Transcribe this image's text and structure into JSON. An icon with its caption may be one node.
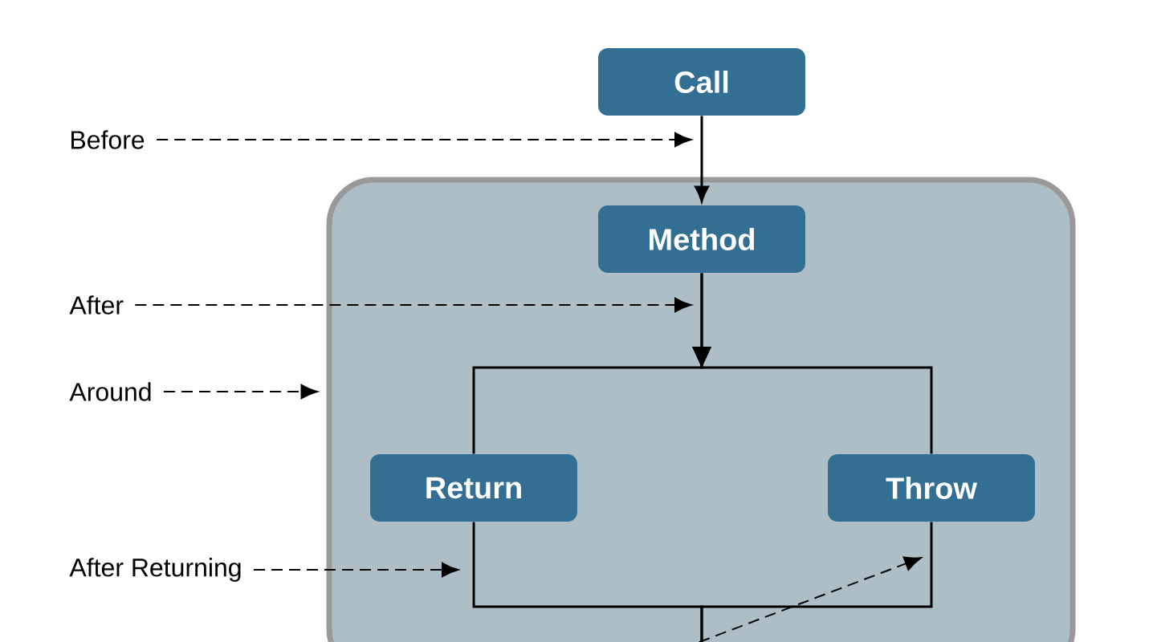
{
  "diagram": {
    "nodes": [
      {
        "text": [
          "Call"
        ]
      },
      {
        "text": [],
        "shape": "box"
      },
      {
        "text": [
          "Method"
        ],
        "in": 1
      },
      {
        "text": [
          "Return"
        ],
        "in": 1
      },
      {
        "text": [
          "Throw"
        ],
        "in": 1
      },
      {
        "text": [
          "Before"
        ]
      },
      {
        "text": [
          "After"
        ]
      },
      {
        "text": [
          "Around"
        ]
      },
      {
        "text": [
          "After Returning"
        ]
      }
    ],
    "edges": [
      {
        "from": 0,
        "to": 2,
        "arrow": "to"
      },
      {
        "from": 2,
        "to": 3,
        "arrow": "to"
      },
      {
        "from": 2,
        "to": 4,
        "arrow": "to"
      },
      {
        "from": 3,
        "to": null,
        "arrow": "none"
      },
      {
        "from": 4,
        "to": null,
        "arrow": "none"
      },
      {
        "from": 5,
        "to": 0,
        "arrow": "to",
        "style": "dashed"
      },
      {
        "from": 6,
        "to": null,
        "arrow": "to",
        "style": "dashed"
      },
      {
        "from": 7,
        "to": 1,
        "arrow": "to",
        "style": "dashed"
      },
      {
        "from": 8,
        "to": null,
        "arrow": "to",
        "style": "dashed"
      }
    ]
  }
}
